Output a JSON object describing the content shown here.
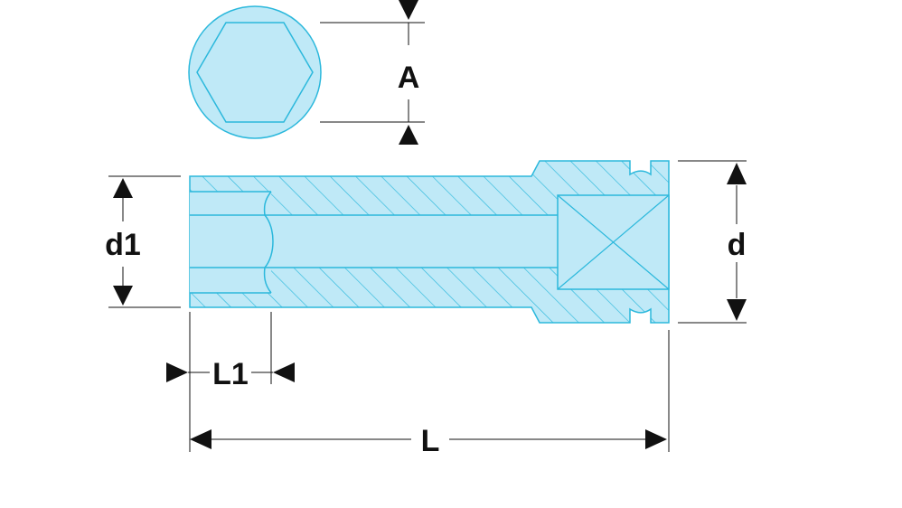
{
  "colors": {
    "fill": "#bfe9f7",
    "stroke": "#2bb8dc",
    "hatch": "#2bb8dc",
    "dim": "#111111",
    "background": "#ffffff"
  },
  "labels": {
    "A": "A",
    "d1": "d1",
    "d": "d",
    "L1": "L1",
    "L": "L"
  }
}
